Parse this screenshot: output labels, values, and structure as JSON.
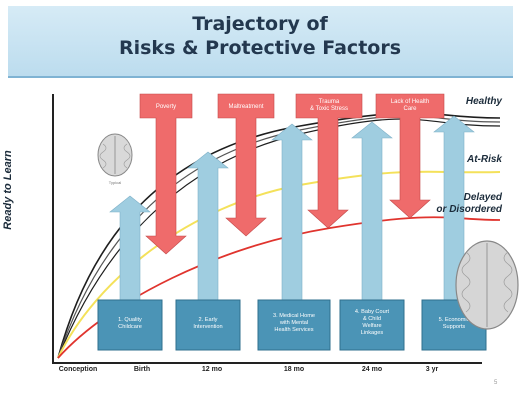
{
  "title": {
    "line1": "Trajectory of",
    "line2": "Risks & Protective Factors"
  },
  "y_axis_label": "Ready to Learn",
  "x_ticks": [
    "Conception",
    "Birth",
    "12 mo",
    "18 mo",
    "24 mo",
    "3 yr"
  ],
  "curve_labels": {
    "healthy": "Healthy",
    "at_risk": "At-Risk",
    "delayed_line1": "Delayed",
    "delayed_line2": "or Disordered"
  },
  "risk_factors": [
    "Poverty",
    "Maltreatment",
    "Trauma & Toxic Stress",
    "Lack of Health Care"
  ],
  "protective_factors": [
    "1. Quality Childcare",
    "2. Early Intervention",
    "3. Medical Home with Mental Health Services",
    "4. Baby Court & Child Welfare Linkages",
    "5. Economic Supports"
  ],
  "brain_caption": "Typical",
  "page_number": "5",
  "colors": {
    "healthy_lines": "#1e1e1e",
    "at_risk_line": "#f4e15a",
    "delayed_line": "#e0342e",
    "risk_arrow": "#ef6b6b",
    "protective_arrow": "#9fcde0",
    "protective_box": "#4b94b6"
  },
  "icons": [
    "brain-small-icon",
    "brain-large-icon"
  ]
}
